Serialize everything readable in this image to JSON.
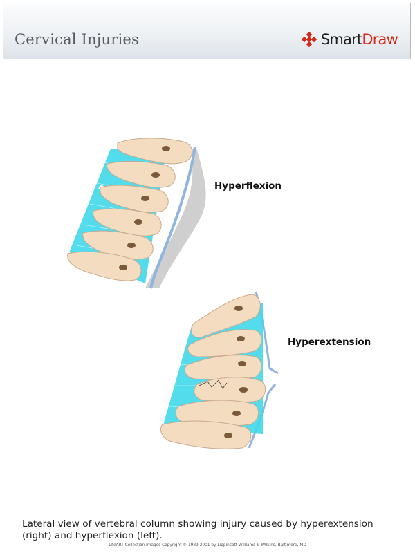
{
  "header": {
    "title": "Cervical Injuries",
    "logo": {
      "icon": "smartdraw-diamond-icon",
      "text_part1": "Smart",
      "text_part2": "Draw",
      "color_part1": "#1d1d1d",
      "color_part2": "#d62a18"
    },
    "gradient_top": "#fbfcfd",
    "gradient_bottom": "#dde3ea"
  },
  "figures": [
    {
      "id": "hyperflexion",
      "label": "Hyperflexion",
      "description": "Cervical spine segment flexed forward with fractured anterior ligament"
    },
    {
      "id": "hyperextension",
      "label": "Hyperextension",
      "description": "Cervical spine segment extended backward with torn posterior ligament and crushed vertebra"
    }
  ],
  "colors": {
    "bone": "#f4dcc0",
    "bone_shadow": "#c9a98e",
    "disc": "#3fd8ea",
    "ligament": "#a6c8ea",
    "shadow": "#cfcfcf"
  },
  "caption": {
    "text": "Lateral view of vertebral column showing injury caused by hyperextension (right) and hyperflexion (left)."
  },
  "copyright": {
    "text": "LifeART Collection Images Copyright © 1989-2001 by Lippincott Williams & Wilkins, Baltimore, MD"
  }
}
